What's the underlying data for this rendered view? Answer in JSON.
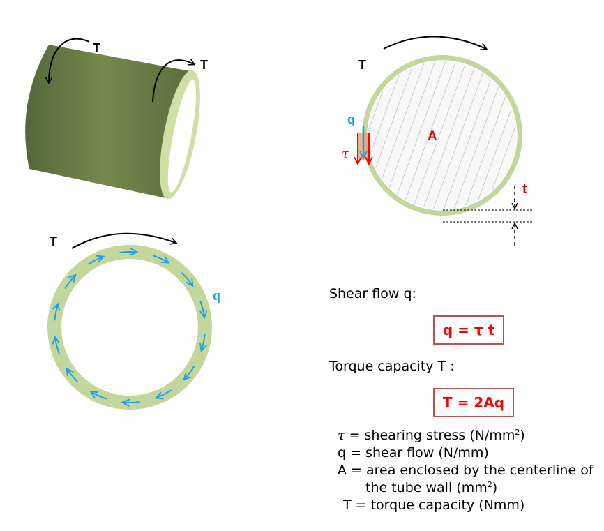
{
  "labels": {
    "T": "T",
    "q": "q",
    "A": "A",
    "t": "t",
    "tau": "τ"
  },
  "text": {
    "shear_flow_heading": "Shear flow q:",
    "torque_heading": "Torque capacity T :",
    "formula_q": "q = τ t",
    "formula_T": "T = 2Aq",
    "def_tau_lhs": "τ",
    "def_tau_rhs": " = shearing stress (N/mm",
    "def_q": "q = shear flow (N/mm)",
    "def_A_line1": "A = area enclosed by the centerline of",
    "def_A_line2": "the tube wall (mm",
    "def_T": "T = torque capacity (Nmm)",
    "superscript_2": "2",
    "close_paren": ")"
  },
  "colors": {
    "tube_dark": "#6e8048",
    "tube_ring": "#c3d69b",
    "tube_inner_rim": "#d8e6b6",
    "arrow_blue": "#1ea0e6",
    "arrow_red": "#ff0000",
    "accent_red": "#e00000",
    "box_border": "#c0504d"
  }
}
